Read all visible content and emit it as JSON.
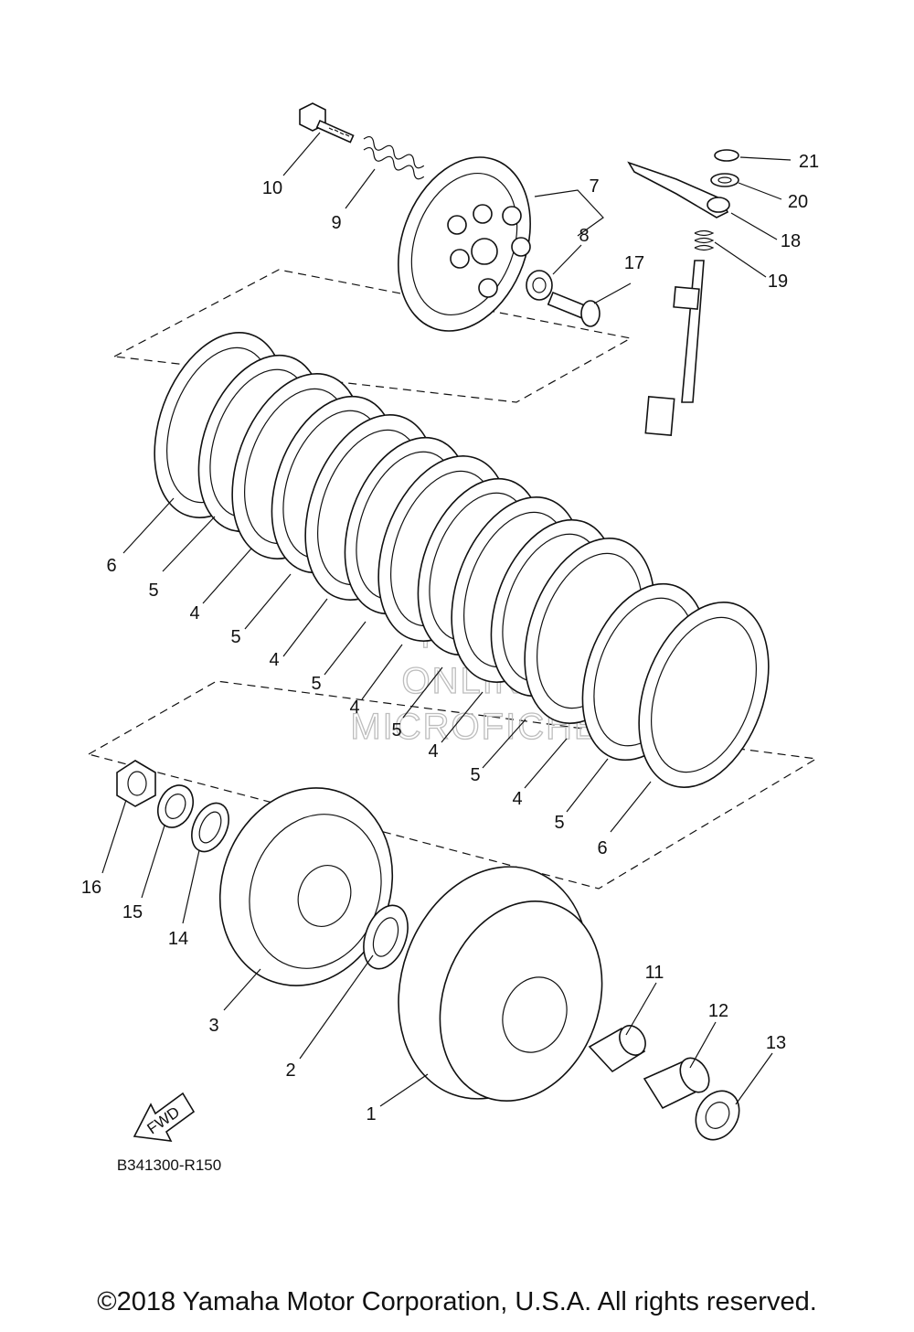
{
  "diagram_code": "B341300-R150",
  "fwd_label": "FWD",
  "watermark": [
    "HLSM",
    "ONLINE",
    "MICROFICHE"
  ],
  "copyright": "©2018 Yamaha Motor Corporation, U.S.A. All rights reserved.",
  "callouts": [
    {
      "id": "c-10",
      "text": "10"
    },
    {
      "id": "c-9",
      "text": "9"
    },
    {
      "id": "c-7",
      "text": "7"
    },
    {
      "id": "c-8",
      "text": "8"
    },
    {
      "id": "c-17",
      "text": "17"
    },
    {
      "id": "c-21",
      "text": "21"
    },
    {
      "id": "c-20",
      "text": "20"
    },
    {
      "id": "c-18",
      "text": "18"
    },
    {
      "id": "c-19",
      "text": "19"
    },
    {
      "id": "c-6a",
      "text": "6"
    },
    {
      "id": "c-5a",
      "text": "5"
    },
    {
      "id": "c-4a",
      "text": "4"
    },
    {
      "id": "c-5b",
      "text": "5"
    },
    {
      "id": "c-4b",
      "text": "4"
    },
    {
      "id": "c-5c",
      "text": "5"
    },
    {
      "id": "c-4c",
      "text": "4"
    },
    {
      "id": "c-5d",
      "text": "5"
    },
    {
      "id": "c-4d",
      "text": "4"
    },
    {
      "id": "c-5e",
      "text": "5"
    },
    {
      "id": "c-4e",
      "text": "4"
    },
    {
      "id": "c-5f",
      "text": "5"
    },
    {
      "id": "c-6b",
      "text": "6"
    },
    {
      "id": "c-16",
      "text": "16"
    },
    {
      "id": "c-15",
      "text": "15"
    },
    {
      "id": "c-14",
      "text": "14"
    },
    {
      "id": "c-3",
      "text": "3"
    },
    {
      "id": "c-2",
      "text": "2"
    },
    {
      "id": "c-1",
      "text": "1"
    },
    {
      "id": "c-11",
      "text": "11"
    },
    {
      "id": "c-12",
      "text": "12"
    },
    {
      "id": "c-13",
      "text": "13"
    }
  ]
}
